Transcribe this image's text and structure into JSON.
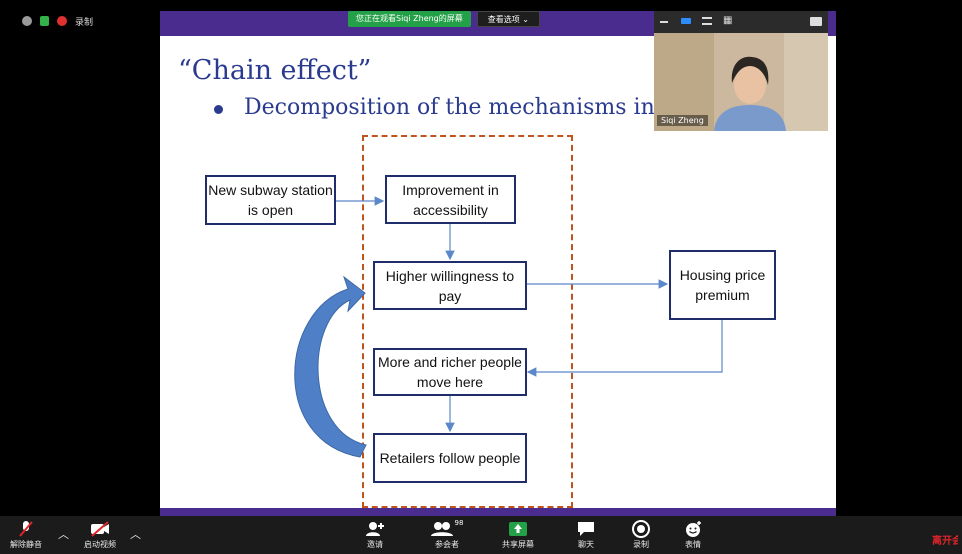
{
  "status_bar": {
    "recording_label": "录制"
  },
  "banner": {
    "viewing": "您正在观看Siqi Zheng的屏幕",
    "view_options": "查看选项 ⌄"
  },
  "slide": {
    "title": "“Chain effect”",
    "bullet": "Decomposition of the mechanisms in the",
    "boxes": {
      "subway": "New subway station is open",
      "accessibility": "Improvement in accessibility",
      "willingness": "Higher willingness to pay",
      "housing": "Housing price premium",
      "richer": "More and richer people move here",
      "retailers": "Retailers follow people"
    }
  },
  "webcam": {
    "participant_name": "Siqi Zheng"
  },
  "toolbar": {
    "unmute": "解除静音",
    "start_video": "启动视频",
    "invite": "邀请",
    "participants": "参会者",
    "participant_count": "98",
    "share_screen": "共享屏幕",
    "chat": "聊天",
    "record": "录制",
    "reactions": "表情",
    "leave": "离开会议"
  },
  "colors": {
    "slide_band": "#4a2c8f",
    "text_blue": "#2a3b8f",
    "box_border": "#1f2d6b",
    "dashed": "#c0531e",
    "arrow": "#5b88c9",
    "share_green": "#24a148"
  }
}
